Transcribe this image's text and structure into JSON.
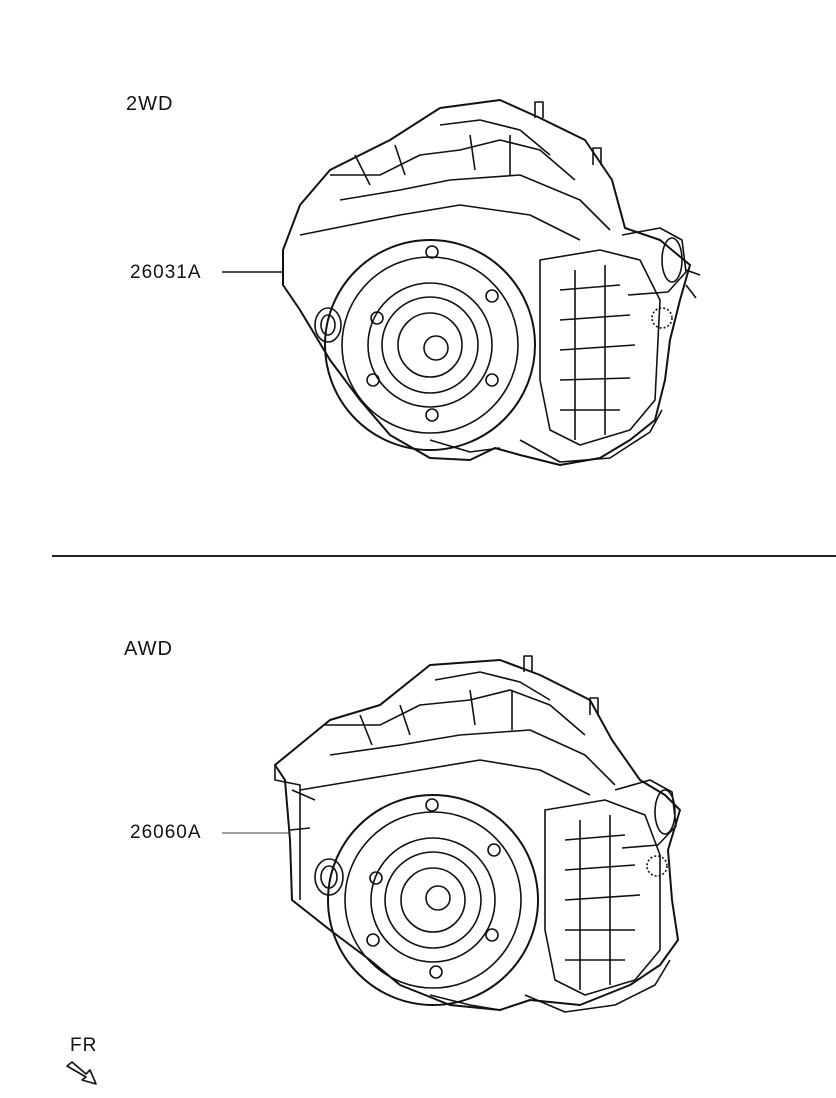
{
  "sections": [
    {
      "title": "2WD",
      "part_number": "26031A"
    },
    {
      "title": "AWD",
      "part_number": "26060A"
    }
  ],
  "orientation": {
    "label": "FR"
  },
  "icons": {
    "arrow": "fr-arrow-icon",
    "assembly": "transaxle-assembly-icon"
  },
  "colors": {
    "line": "#111111",
    "background": "#ffffff"
  }
}
